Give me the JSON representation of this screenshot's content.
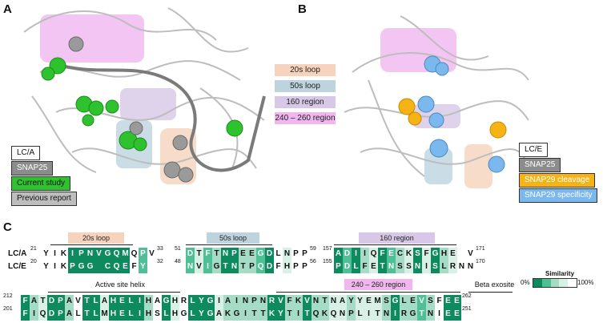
{
  "panels": {
    "a": "A",
    "b": "B",
    "c": "C"
  },
  "colors": {
    "loop20": "#f6d3bd",
    "loop50": "#bdd3de",
    "region160": "#d6c8e6",
    "region240": "#f0b7ef",
    "lca": "#ffffff",
    "snap25": "#8c8c8c",
    "current": "#2ec22e",
    "previous": "#bdbdbd",
    "snap29cleavage": "#f5b315",
    "snap29specificity": "#7ab8ee",
    "sim": [
      "#ffffff",
      "#d9f0e7",
      "#a6dcc6",
      "#4fbf96",
      "#0e8a5f"
    ]
  },
  "panel_a_legend": [
    {
      "label": "LC/A",
      "color": "lca"
    },
    {
      "label": "SNAP25",
      "color": "snap25"
    },
    {
      "label": "Current study",
      "color": "current"
    },
    {
      "label": "Previous report",
      "color": "previous"
    }
  ],
  "panel_b_legend": [
    {
      "label": "LC/E",
      "color": "lca"
    },
    {
      "label": "SNAP25",
      "color": "snap25"
    },
    {
      "label": "SNAP29 cleavage",
      "color": "snap29cleavage"
    },
    {
      "label": "SNAP29 specificity",
      "color": "snap29specificity"
    }
  ],
  "region_legend": [
    {
      "label": "20s loop",
      "color": "loop20"
    },
    {
      "label": "50s loop",
      "color": "loop50"
    },
    {
      "label": "160 region",
      "color": "region160"
    },
    {
      "label": "240 – 260 region",
      "color": "region240"
    }
  ],
  "alignment": {
    "row1_labels": {
      "top": "LC/A",
      "bottom": "LC/E"
    },
    "row1_blocks": [
      {
        "top_start": "21",
        "bottom_start": "20",
        "top_end": "33",
        "bottom_end": "32",
        "top": "YIKIPNVGQMQPV",
        "bottom": "YIKPGG-CQEFY-",
        "sim": [
          0,
          0,
          0,
          4,
          4,
          4,
          4,
          4,
          4,
          4,
          0,
          3,
          0
        ]
      },
      {
        "top_start": "51",
        "bottom_start": "48",
        "top_end": "59",
        "bottom_end": "56",
        "top": "DTFTNPEEGDLNPP",
        "bottom": "NVIGTNTPQDFHPP",
        "sim": [
          3,
          1,
          3,
          2,
          4,
          4,
          2,
          2,
          3,
          4,
          0,
          1,
          0,
          0
        ]
      },
      {
        "top_start": "157",
        "bottom_start": "155",
        "top_end": "171",
        "bottom_end": "170",
        "top": "ADIIQFECKSFGHE-V",
        "bottom": "PDLFETNSSNISLRNN",
        "sim": [
          4,
          3,
          4,
          2,
          1,
          4,
          3,
          2,
          1,
          4,
          1,
          4,
          2,
          1,
          0,
          0
        ]
      }
    ],
    "row2_blocks": [
      {
        "top_start": "212",
        "bottom_start": "201",
        "top_end": "262",
        "bottom_end": "251",
        "top": "FATDPAVTLAHELIHAGHRLYGIAINPNRVFKVNTNAYYEMSGLEVSFEE",
        "bottom": "FIQDPALTLMHELIHSLHGLYGAKGITTKYTITQKQNPLITNIRGTNIEE",
        "sim": [
          4,
          2,
          1,
          4,
          4,
          2,
          0,
          4,
          4,
          1,
          4,
          4,
          4,
          4,
          2,
          0,
          4,
          1,
          0,
          4,
          4,
          4,
          1,
          2,
          2,
          2,
          2,
          2,
          4,
          4,
          2,
          2,
          4,
          2,
          2,
          1,
          1,
          2,
          1,
          1,
          1,
          2,
          4,
          2,
          2,
          3,
          2,
          0,
          4,
          4
        ]
      }
    ],
    "regions": [
      {
        "label": "20s loop"
      },
      {
        "label": "50s loop"
      },
      {
        "label": "160 region"
      },
      {
        "label": "Active site helix"
      },
      {
        "label": "240 – 260 region"
      },
      {
        "label": "Beta exosite"
      }
    ]
  },
  "similarity": {
    "title": "Similarity",
    "min": "0%",
    "max": "100%",
    "levels": [
      0.0,
      0.25,
      0.5,
      0.75,
      1.0
    ]
  }
}
